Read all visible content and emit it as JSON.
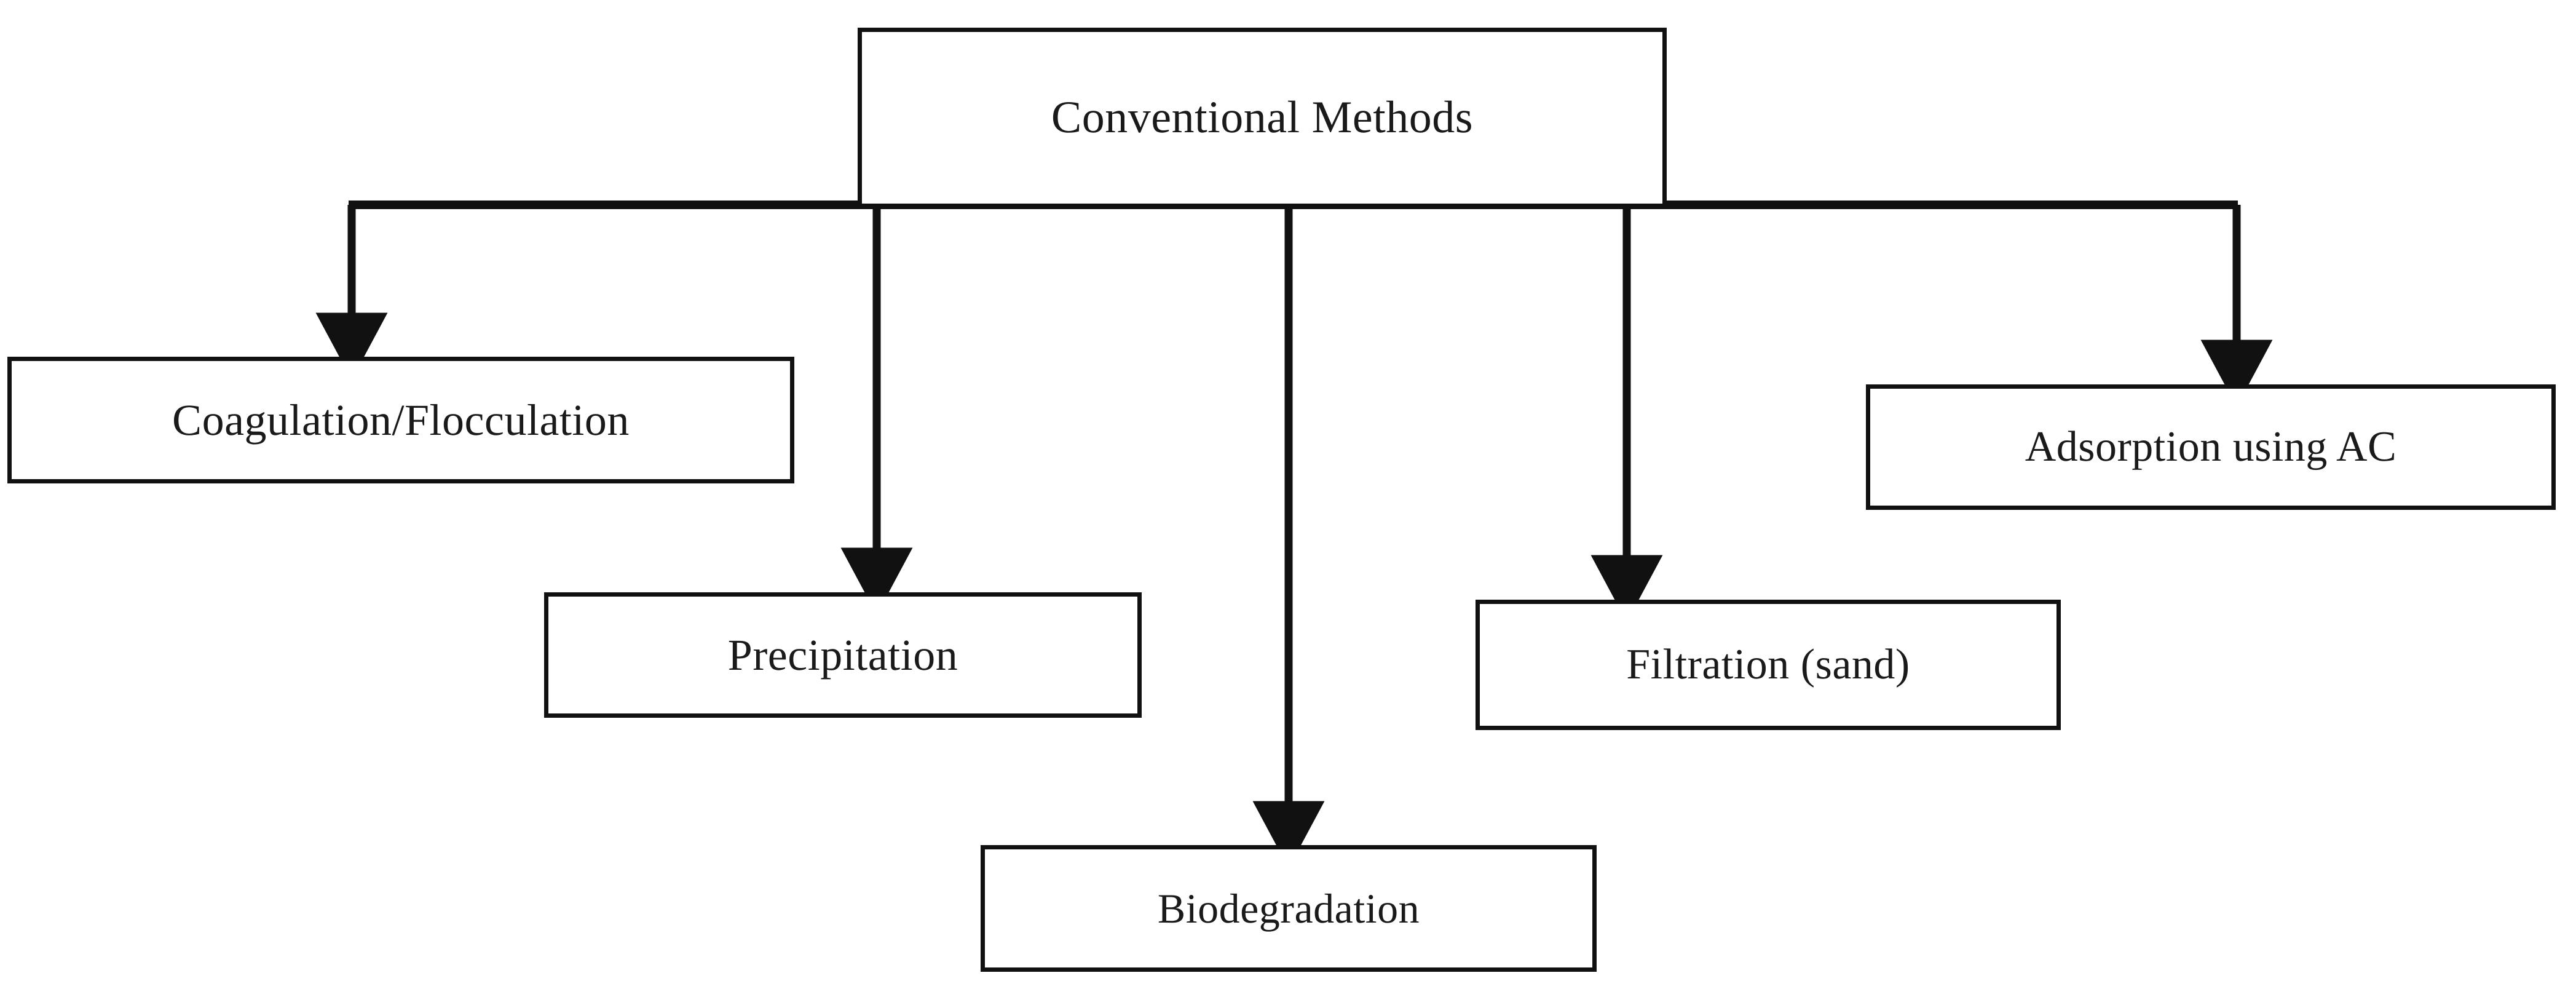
{
  "diagram": {
    "type": "tree-flowchart",
    "orientation": "top-down",
    "background_color": "#ffffff",
    "line_color": "#111111",
    "text_color": "#1a1a1a",
    "root": {
      "id": "root",
      "label": "Conventional Methods"
    },
    "children": [
      {
        "id": "coagulation",
        "label": "Coagulation/Flocculation"
      },
      {
        "id": "precipitation",
        "label": "Precipitation"
      },
      {
        "id": "biodegradation",
        "label": "Biodegradation"
      },
      {
        "id": "filtration",
        "label": "Filtration (sand)"
      },
      {
        "id": "adsorption",
        "label": "Adsorption using AC"
      }
    ],
    "edges": [
      {
        "from": "root",
        "to": "coagulation",
        "arrow": "down"
      },
      {
        "from": "root",
        "to": "precipitation",
        "arrow": "down"
      },
      {
        "from": "root",
        "to": "biodegradation",
        "arrow": "down"
      },
      {
        "from": "root",
        "to": "filtration",
        "arrow": "down"
      },
      {
        "from": "root",
        "to": "adsorption",
        "arrow": "down"
      }
    ]
  }
}
